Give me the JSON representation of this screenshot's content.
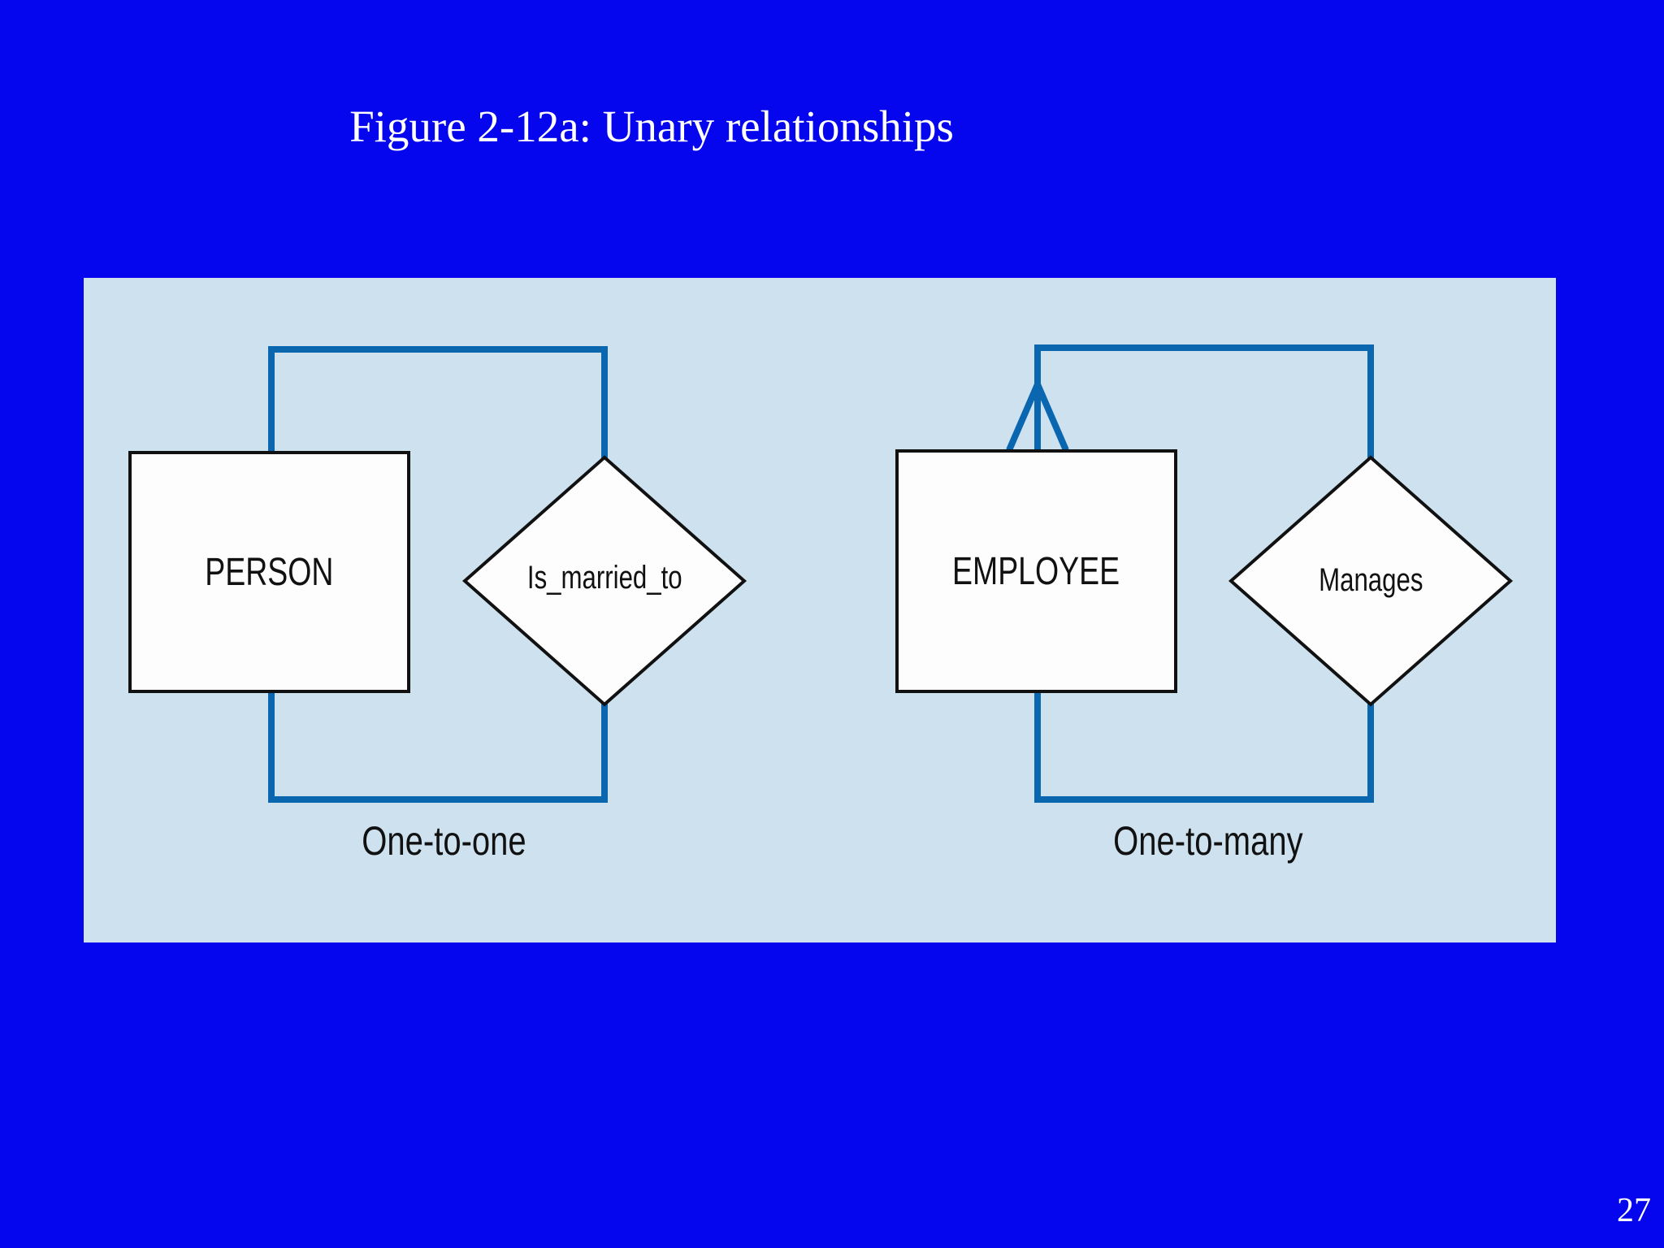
{
  "slide": {
    "title": "Figure 2-12a: Unary relationships",
    "page_number": "27",
    "colors": {
      "background": "#0505ee",
      "panel": "#cde1ef",
      "connector": "#0b66b0",
      "shape_border": "#111111",
      "shape_fill": "#fdfdfd",
      "label_text": "#111111",
      "title_text": "#ffffff"
    }
  },
  "diagram": {
    "left": {
      "entity": "PERSON",
      "relationship": "Is_married_to",
      "cardinality_label": "One-to-one"
    },
    "right": {
      "entity": "EMPLOYEE",
      "relationship": "Manages",
      "cardinality_label": "One-to-many"
    }
  }
}
